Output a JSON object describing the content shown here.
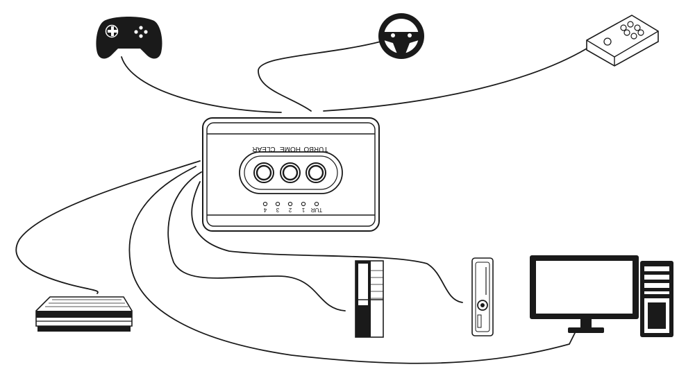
{
  "hub": {
    "buttons": [
      {
        "label": "TURBO"
      },
      {
        "label": "HOME"
      },
      {
        "label": "CLEAR"
      }
    ],
    "leds": [
      {
        "label": "TUR"
      },
      {
        "label": "1"
      },
      {
        "label": "2"
      },
      {
        "label": "3"
      },
      {
        "label": "4"
      }
    ]
  },
  "inputs": [
    {
      "icon": "gamepad-icon"
    },
    {
      "icon": "steering-wheel-icon"
    },
    {
      "icon": "arcade-stick-icon"
    }
  ],
  "outputs": [
    {
      "icon": "ps3-console-icon"
    },
    {
      "icon": "xbox-one-console-icon"
    },
    {
      "icon": "xbox-360-console-icon"
    },
    {
      "icon": "pc-monitor-icon"
    },
    {
      "icon": "pc-tower-icon"
    }
  ],
  "colors": {
    "ink": "#1a1a1a",
    "background": "#ffffff"
  }
}
